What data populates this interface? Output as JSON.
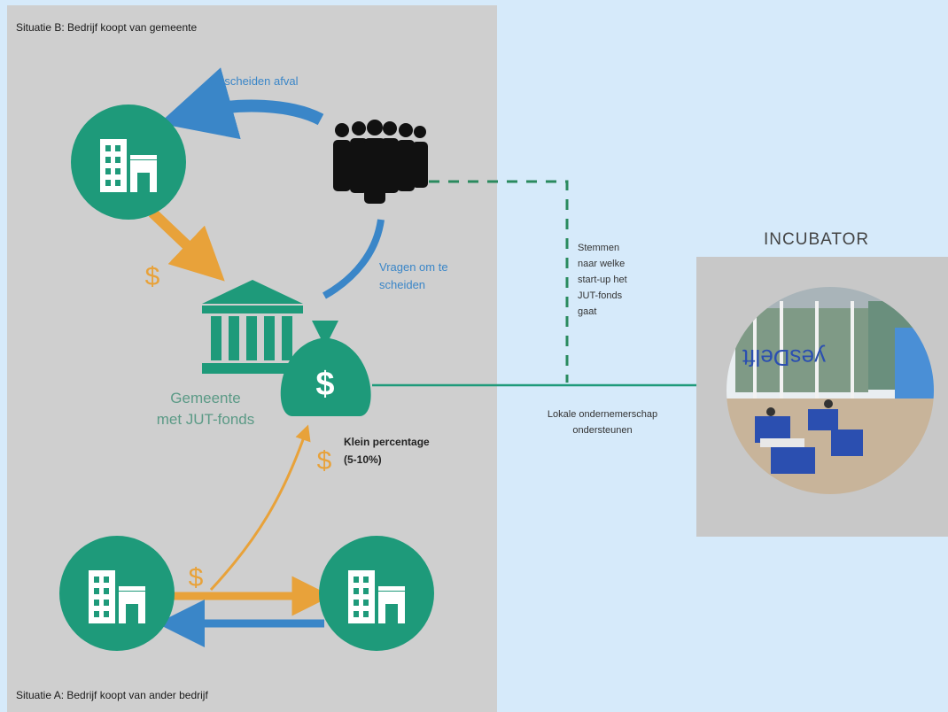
{
  "situation_b": {
    "title": "Situatie B: Bedrijf koopt van gemeente"
  },
  "situation_a": {
    "title": "Situatie A: Bedrijf koopt van ander bedrijf"
  },
  "labels": {
    "separated_waste": "Gescheiden afval",
    "ask_to_separate_line1": "Vragen om te",
    "ask_to_separate_line2": "scheiden",
    "municipality_line1": "Gemeente",
    "municipality_line2": "met JUT-fonds",
    "small_percentage_line1": "Klein percentage",
    "small_percentage_line2": "(5-10%)",
    "vote_line1": "Stemmen",
    "vote_line2": "naar welke",
    "vote_line3": "start-up het",
    "vote_line4": "JUT-fonds",
    "vote_line5": "gaat",
    "support_line1": "Lokale ondernemerschap",
    "support_line2": "ondersteunen",
    "dollar": "$"
  },
  "incubator": {
    "title": "INCUBATOR",
    "photo_text": "yesDelft"
  },
  "colors": {
    "green": "#1e9a7a",
    "orange": "#e8a23a",
    "blue": "#3a86c8",
    "dashed_green": "#2a8a5e",
    "black": "#111111"
  },
  "icons": [
    "building-icon",
    "people-group-icon",
    "bank-icon",
    "money-bag-icon",
    "incubator-photo"
  ]
}
